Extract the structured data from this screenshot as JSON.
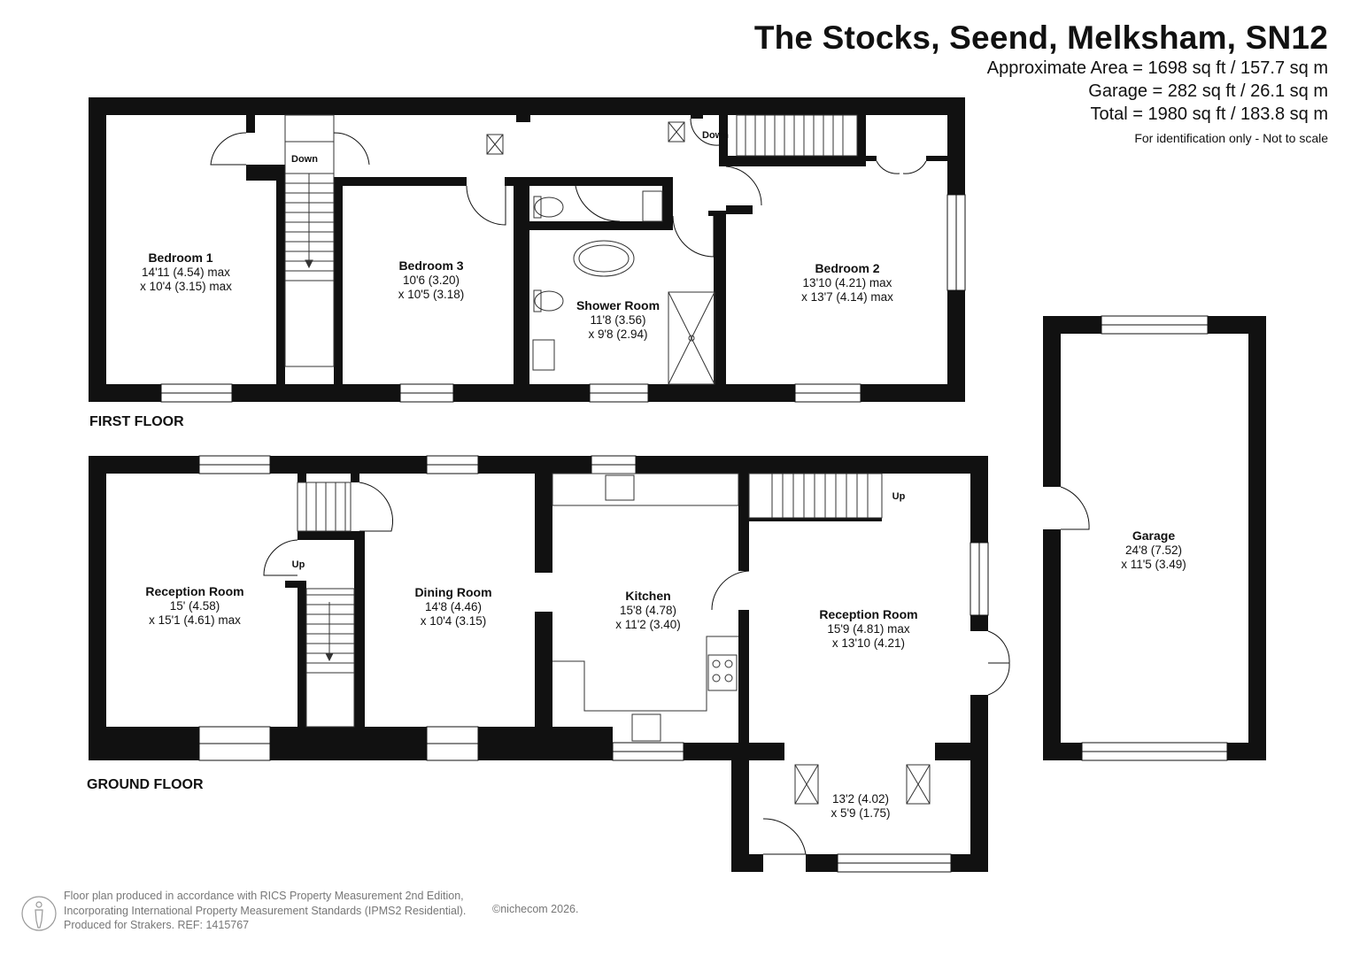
{
  "header": {
    "title": "The Stocks, Seend, Melksham, SN12",
    "approx_area": "Approximate Area = 1698  sq ft / 157.7 sq m",
    "garage_area": "Garage = 282 sq ft / 26.1 sq m",
    "total_area": "Total = 1980 sq ft / 183.8 sq m",
    "disclaimer": "For identification only - Not to scale"
  },
  "floors": {
    "first": "FIRST FLOOR",
    "ground": "GROUND FLOOR"
  },
  "rooms": {
    "bedroom1": {
      "name": "Bedroom 1",
      "dim1": "14'11 (4.54) max",
      "dim2": "x 10'4 (3.15) max"
    },
    "bedroom3": {
      "name": "Bedroom 3",
      "dim1": "10'6 (3.20)",
      "dim2": "x 10'5 (3.18)"
    },
    "shower": {
      "name": "Shower Room",
      "dim1": "11'8 (3.56)",
      "dim2": "x 9'8 (2.94)"
    },
    "bedroom2": {
      "name": "Bedroom 2",
      "dim1": "13'10 (4.21) max",
      "dim2": "x 13'7 (4.14) max"
    },
    "reception1": {
      "name": "Reception Room",
      "dim1": "15' (4.58)",
      "dim2": "x 15'1 (4.61) max"
    },
    "dining": {
      "name": "Dining Room",
      "dim1": "14'8 (4.46)",
      "dim2": "x 10'4 (3.15)"
    },
    "kitchen": {
      "name": "Kitchen",
      "dim1": "15'8 (4.78)",
      "dim2": "x 11'2 (3.40)"
    },
    "reception2": {
      "name": "Reception Room",
      "dim1": "15'9 (4.81) max",
      "dim2": "x 13'10 (4.21)"
    },
    "porch": {
      "dim1": "13'2 (4.02)",
      "dim2": "x 5'9 (1.75)"
    },
    "garage": {
      "name": "Garage",
      "dim1": "24'8 (7.52)",
      "dim2": "x 11'5 (3.49)"
    }
  },
  "stair_labels": {
    "down_left": "Down",
    "down_right": "Down",
    "up_left": "Up",
    "up_right": "Up"
  },
  "footer": {
    "line1": "Floor plan produced in accordance with RICS Property Measurement 2nd Edition,",
    "line2": "Incorporating International Property Measurement Standards (IPMS2 Residential).",
    "line3": "Produced for Strakers.   REF: 1415767",
    "brand": "©nichecom 2026."
  },
  "colors": {
    "wall": "#111111",
    "fixture": "#333333",
    "text_muted": "#777777"
  }
}
